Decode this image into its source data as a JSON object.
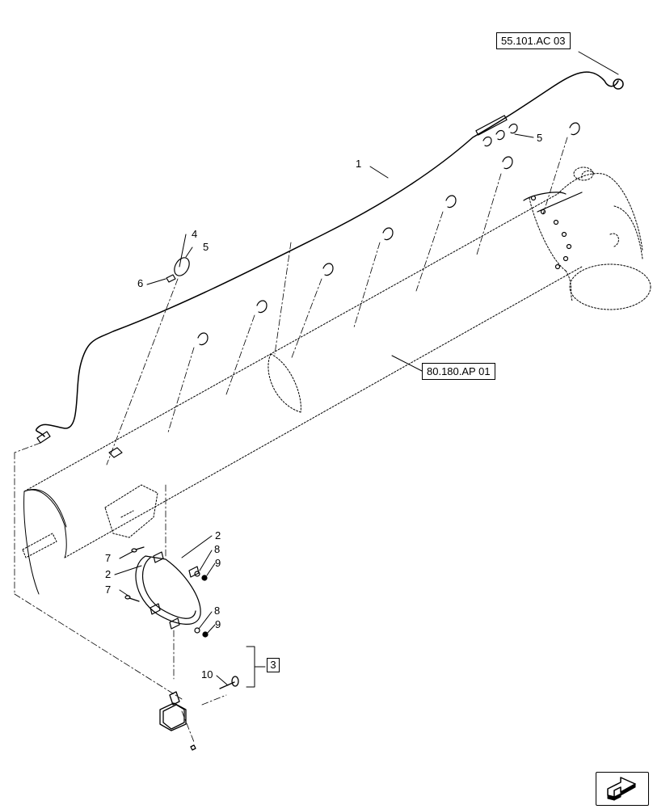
{
  "references": {
    "top": "55.101.AC 03",
    "auger": "80.180.AP 01"
  },
  "callouts": {
    "c1": "1",
    "c4": "4",
    "c5a": "5",
    "c5b": "5",
    "c6": "6",
    "c2a": "2",
    "c2b": "2",
    "c7a": "7",
    "c7b": "7",
    "c8a": "8",
    "c8b": "8",
    "c9a": "9",
    "c9b": "9",
    "c10": "10",
    "c3": "3"
  },
  "icons": {
    "nav": "next-page-arrow-icon"
  }
}
